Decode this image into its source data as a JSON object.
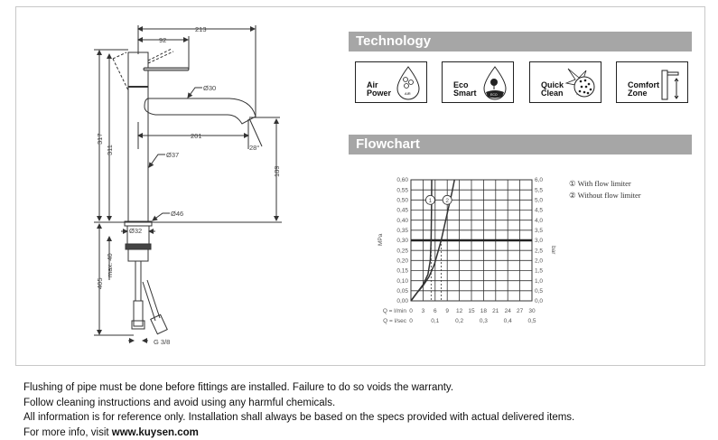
{
  "technology": {
    "title": "Technology",
    "features": [
      {
        "line1": "Air",
        "line2": "Power",
        "icon": "air-power-drop-icon",
        "badge": "AIR"
      },
      {
        "line1": "Eco",
        "line2": "Smart",
        "icon": "eco-smart-drop-icon",
        "badge": "ECO"
      },
      {
        "line1": "Quick",
        "line2": "Clean",
        "icon": "quick-clean-icon"
      },
      {
        "line1": "Comfort",
        "line2": "Zone",
        "icon": "comfort-zone-faucet-icon"
      }
    ]
  },
  "flowchart": {
    "title": "Flowchart"
  },
  "drawing": {
    "dimensions": {
      "width_total": "213",
      "lever_reach": "92",
      "spout_diameter": "Ø30",
      "spout_reach": "201",
      "spout_angle": "28°",
      "body_diameter": "Ø37",
      "height_total": "317",
      "height_body": "311",
      "spout_height": "189",
      "base_diameter": "Ø46",
      "hole_diameter": "Ø32",
      "max_deck": "max. 40",
      "hose_length": "405",
      "thread": "G 3/8"
    }
  },
  "chart_data": {
    "type": "line",
    "title": "",
    "xlabel": "Q = l/min",
    "xlabel2": "Q = l/sec",
    "ylabel": "MPa",
    "ylabel_right": "bar",
    "xlim": [
      0,
      30
    ],
    "ylim": [
      0,
      0.6
    ],
    "x_ticks": [
      "0",
      "3",
      "6",
      "9",
      "12",
      "15",
      "18",
      "21",
      "24",
      "27",
      "30"
    ],
    "x2_ticks": [
      "0",
      "0,1",
      "0,2",
      "0,3",
      "0,4",
      "0,5"
    ],
    "y_ticks": [
      "0,00",
      "0,05",
      "0,10",
      "0,15",
      "0,20",
      "0,25",
      "0,30",
      "0,35",
      "0,40",
      "0,45",
      "0,50",
      "0,55",
      "0,60"
    ],
    "y_right_ticks": [
      "0,0",
      "0,5",
      "1,0",
      "1,5",
      "2,0",
      "2,5",
      "3,0",
      "3,5",
      "4,0",
      "4,5",
      "5,0",
      "5,5",
      "6,0"
    ],
    "reference_pressure": 0.3,
    "series": [
      {
        "name": "With flow limiter",
        "marker": "1",
        "x": [
          0,
          1.5,
          3,
          4.2,
          4.8,
          5.0,
          5.1,
          5.15
        ],
        "y": [
          0,
          0.04,
          0.08,
          0.13,
          0.2,
          0.3,
          0.45,
          0.6
        ],
        "marker_at": [
          4.8,
          0.5
        ],
        "drop_x": 5.0
      },
      {
        "name": "Without flow limiter",
        "marker": "2",
        "x": [
          0,
          1.5,
          3,
          4.5,
          5.8,
          6.8,
          7.5,
          8.4,
          9.3,
          10.2,
          10.8
        ],
        "y": [
          0,
          0.04,
          0.075,
          0.12,
          0.18,
          0.25,
          0.3,
          0.38,
          0.46,
          0.54,
          0.6
        ],
        "marker_at": [
          9.0,
          0.5
        ],
        "drop_x": 7.5
      }
    ],
    "legend": [
      "① With flow limiter",
      "② Without flow limiter"
    ],
    "legend_position": "right"
  },
  "footer": {
    "line1": "Flushing of pipe must be done before fittings are installed. Failure to do so voids the warranty.",
    "line2": "Follow cleaning instructions and avoid using any harmful chemicals.",
    "line3": "All information is for reference only. Installation shall always be based on the specs provided with actual delivered items.",
    "line4_prefix": "For more info, visit ",
    "website": "www.kuysen.com"
  }
}
